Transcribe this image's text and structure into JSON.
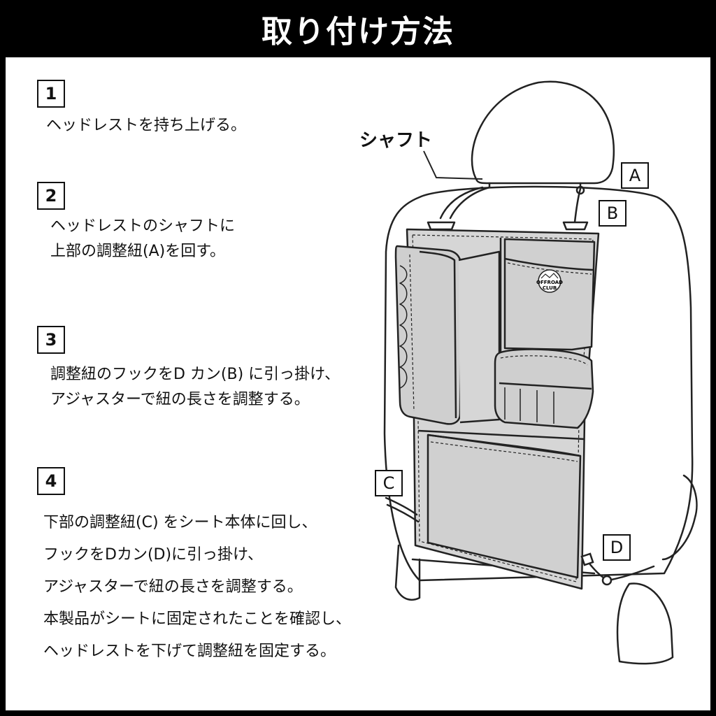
{
  "header": {
    "title": "取り付け方法"
  },
  "steps": [
    {
      "number": "1",
      "lines": [
        "ヘッドレストを持ち上げる。"
      ]
    },
    {
      "number": "2",
      "lines": [
        "ヘッドレストのシャフトに",
        "上部の調整紐(A)を回す。"
      ]
    },
    {
      "number": "3",
      "lines": [
        "調整紐のフックをD カン(B) に引っ掛け、",
        "アジャスターで紐の長さを調整する。"
      ]
    },
    {
      "number": "4",
      "lines": [
        "下部の調整紐(C) をシート本体に回し、",
        "フックをDカン(D)に引っ掛け、",
        "アジャスターで紐の長さを調整する。",
        "本製品がシートに固定されたことを確認し、",
        "ヘッドレストを下げて調整紐を固定する。"
      ]
    }
  ],
  "diagram": {
    "shaft_label": "シャフト",
    "labels": {
      "a": "A",
      "b": "B",
      "c": "C",
      "d": "D"
    },
    "logo_text": [
      "OFFROAD",
      "CLUB"
    ]
  },
  "colors": {
    "header_bg": "#000000",
    "header_text": "#ffffff",
    "organizer": "#d6d6d6",
    "organizer_dark": "#bdbdbd",
    "line": "#222222"
  }
}
